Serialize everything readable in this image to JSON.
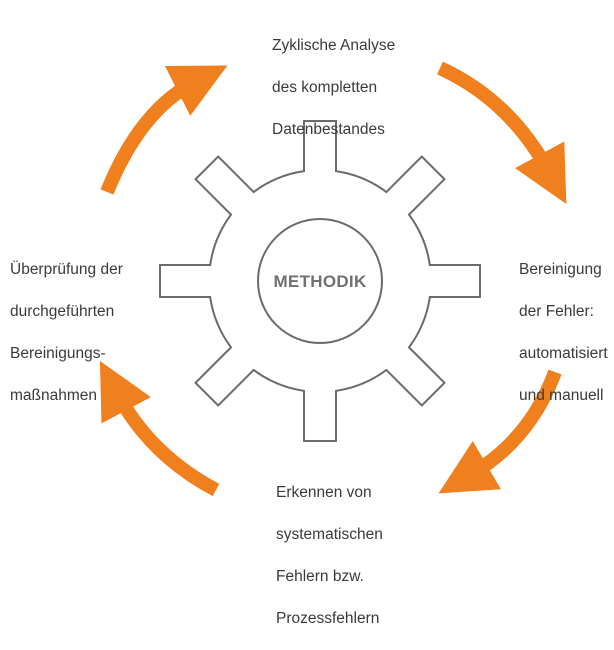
{
  "center": {
    "label": "METHODIK"
  },
  "steps": {
    "top": [
      "Zyklische Analyse",
      "des kompletten",
      "Datenbestandes"
    ],
    "right": [
      "Bereinigung",
      "der Fehler:",
      "automatisiert",
      "und manuell"
    ],
    "bottom": [
      "Erkennen von",
      "systematischen",
      "Fehlern bzw.",
      "Prozessfehlern"
    ],
    "left": [
      "Überprüfung der",
      "durchgeführten",
      "Bereinigungs-",
      "maßnahmen"
    ]
  },
  "colors": {
    "arrow": "#F0801E",
    "gear_stroke": "#6b6b6b",
    "text": "#3a3a3a",
    "center_text": "#707070"
  },
  "icons": {
    "gear": "gear-icon",
    "arrows": "cycle-arrow"
  }
}
